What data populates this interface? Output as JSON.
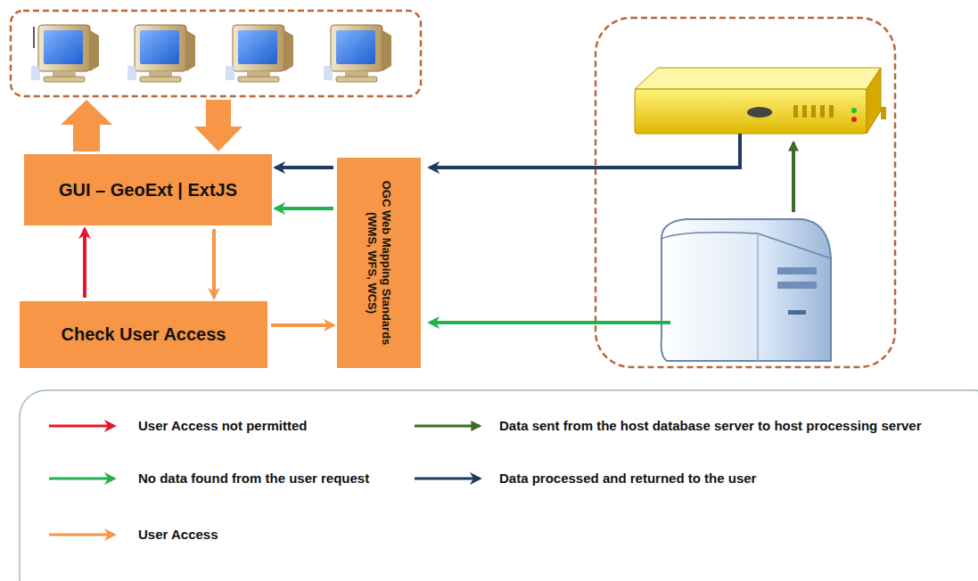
{
  "diagram": {
    "nodes": [
      {
        "text": [
          "GUI – GeoExt | ExtJS"
        ]
      },
      {
        "text": [
          "Check User Access"
        ]
      },
      {
        "text": [
          "OGC Web Mapping Standards (WMS, WFS, WCS)"
        ]
      }
    ],
    "edges": [
      {
        "from": 0,
        "to": 1,
        "arrow": "to"
      },
      {
        "from": 1,
        "to": 0,
        "arrow": "to"
      },
      {
        "from": 1,
        "to": 2,
        "arrow": "to"
      },
      {
        "from": 2,
        "to": 0,
        "arrow": "to"
      },
      {
        "from": 2,
        "to": 0,
        "arrow": "to"
      }
    ],
    "legend": [
      {
        "text": "User Access not permitted"
      },
      {
        "text": "No data found from the user request"
      },
      {
        "text": "User Access"
      },
      {
        "text": "Data sent from the host database server to host processing server"
      },
      {
        "text": "Data processed and returned to the user"
      }
    ]
  }
}
